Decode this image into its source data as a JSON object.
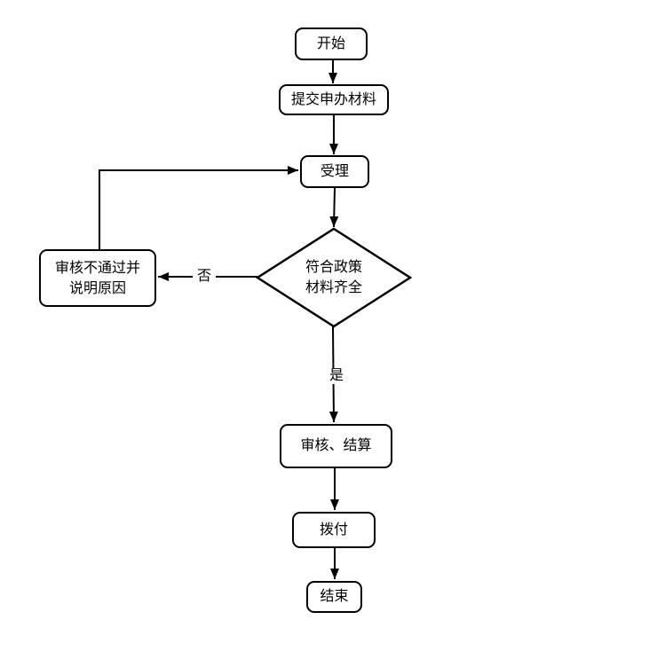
{
  "flowchart": {
    "nodes": {
      "start": {
        "label": "开始",
        "shape": "rounded-rectangle"
      },
      "submit": {
        "label": "提交申办材料",
        "shape": "rounded-rectangle"
      },
      "accept": {
        "label": "受理",
        "shape": "rounded-rectangle"
      },
      "decision": {
        "line1": "符合政策",
        "line2": "材料齐全",
        "shape": "diamond"
      },
      "reject": {
        "line1": "审核不通过并",
        "line2": "说明原因",
        "shape": "rounded-rectangle"
      },
      "review": {
        "label": "审核、结算",
        "shape": "rounded-rectangle"
      },
      "disburse": {
        "label": "拨付",
        "shape": "rounded-rectangle"
      },
      "end": {
        "label": "结束",
        "shape": "rounded-rectangle"
      }
    },
    "edge_labels": {
      "no": "否",
      "yes": "是"
    },
    "colors": {
      "line": "#000000",
      "node_fill": "#ffffff",
      "text": "#000000",
      "background": "#ffffff"
    }
  }
}
